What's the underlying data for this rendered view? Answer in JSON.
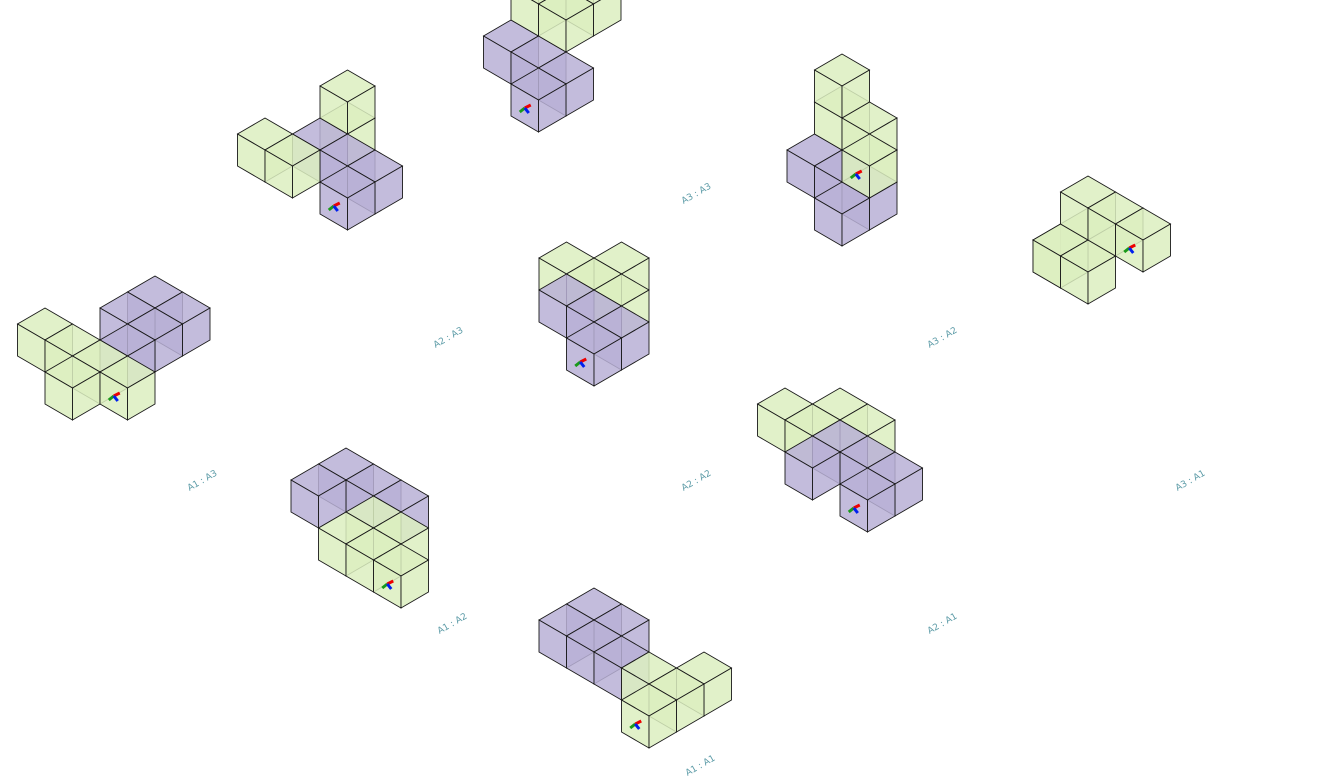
{
  "colors": {
    "base": "#b9b0d6",
    "addon": "#dcefbf",
    "edge": "#1a1a1a",
    "label": "#5a9aa6"
  },
  "assemblies": [
    {
      "label": "A3 : A3"
    },
    {
      "label": "A2 : A3"
    },
    {
      "label": "A3 : A2"
    },
    {
      "label": "A1 : A3"
    },
    {
      "label": "A2 : A2"
    },
    {
      "label": "A3 : A1"
    },
    {
      "label": "A1 : A2"
    },
    {
      "label": "A2 : A1"
    },
    {
      "label": "A1 : A1"
    }
  ]
}
